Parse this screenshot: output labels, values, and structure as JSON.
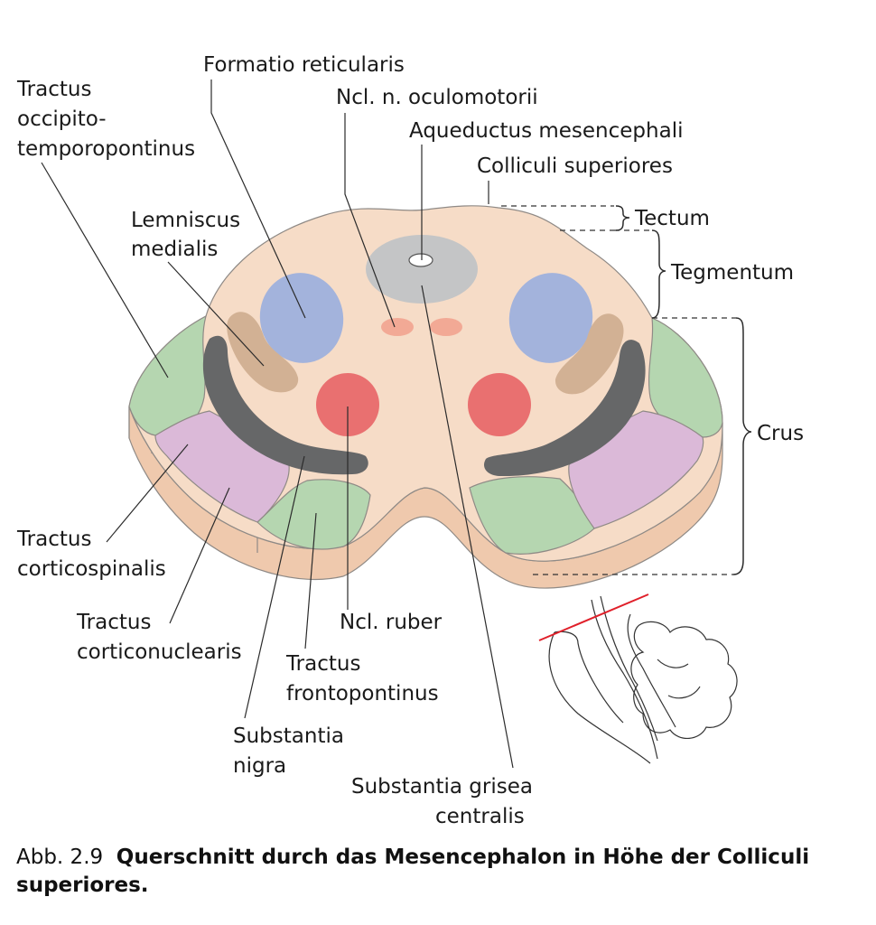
{
  "labels": {
    "formatio_reticularis": "Formatio reticularis",
    "tractus_occipito_l1": "Tractus",
    "tractus_occipito_l2": "occipito-",
    "tractus_occipito_l3": "temporopontinus",
    "ncl_oculomotorii": "Ncl. n. oculomotorii",
    "aqueductus": "Aqueductus mesencephali",
    "colliculi_superiores": "Colliculi superiores",
    "lemniscus_l1": "Lemniscus",
    "lemniscus_l2": "medialis",
    "tectum": "Tectum",
    "tegmentum": "Tegmentum",
    "crus": "Crus",
    "corticospinalis_l1": "Tractus",
    "corticospinalis_l2": "corticospinalis",
    "corticonuclearis_l1": "Tractus",
    "corticonuclearis_l2": "corticonuclearis",
    "ncl_ruber": "Ncl. ruber",
    "frontopontinus_l1": "Tractus",
    "frontopontinus_l2": "frontopontinus",
    "substantia_nigra_l1": "Substantia",
    "substantia_nigra_l2": "nigra",
    "substantia_grisea_l1": "Substantia grisea",
    "substantia_grisea_l2": "centralis"
  },
  "caption": {
    "number": "Abb. 2.9",
    "title": "Querschnitt durch das Mesencephalon in Höhe der Colliculi superiores."
  },
  "colors": {
    "tissue": "#f6dcc7",
    "tissue_side": "#efc9ad",
    "formatio_reticularis": "#a3b3dc",
    "lemniscus_medialis": "#d2b194",
    "substantia_nigra": "#666768",
    "ncl_ruber": "#e97070",
    "ncl_oculomotorii": "#f2a995",
    "substantia_grisea": "#c4c5c6",
    "crus_pontine_tracts": "#b5d6b0",
    "tractus_corticospinalis": "#dbb9d8",
    "section_line": "#e0202a"
  }
}
